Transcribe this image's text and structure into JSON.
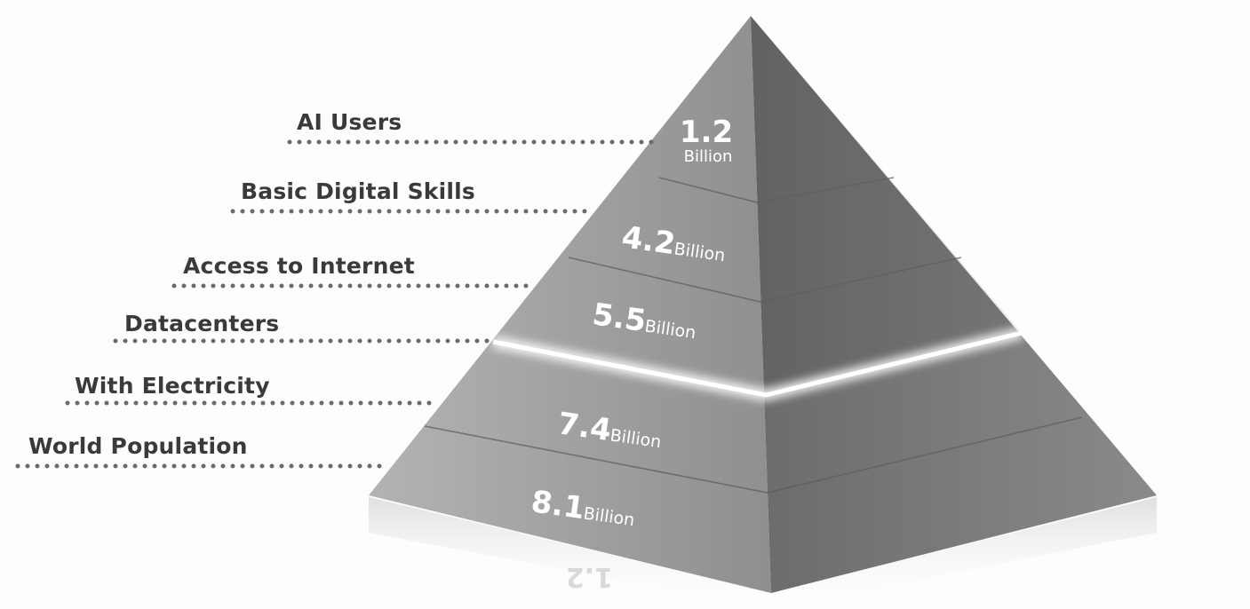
{
  "levels": [
    {
      "label": "AI Users",
      "value": "1.2",
      "unit": "Billion"
    },
    {
      "label": "Basic Digital Skills",
      "value": "4.2",
      "unit": "Billion"
    },
    {
      "label": "Access to Internet",
      "value": "5.5",
      "unit": "Billion"
    },
    {
      "label": "Datacenters"
    },
    {
      "label": "With Electricity",
      "value": "7.4",
      "unit": "Billion"
    },
    {
      "label": "World Population",
      "value": "8.1",
      "unit": "Billion"
    }
  ],
  "reflection": {
    "value": "1.2"
  },
  "colors": {
    "background": "#fdfdfd",
    "label_text": "#3a3a3a",
    "dots": "#6a6a6a",
    "glow": "#ffffff"
  }
}
